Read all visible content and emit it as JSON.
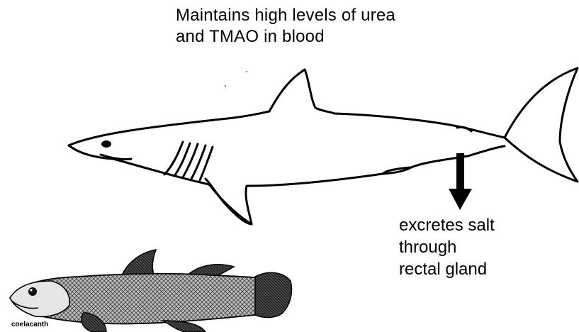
{
  "annotations": {
    "top": {
      "line1": "Maintains high levels of urea",
      "line2": "and TMAO in blood"
    },
    "right": {
      "line1": "excretes salt",
      "line2": "through",
      "line3": "rectal gland"
    }
  },
  "labels": {
    "coelacanth": "coelacanth"
  },
  "icons": {
    "shark": "shark-outline-drawing",
    "coelacanth": "coelacanth-etching",
    "arrow": "down-arrow-icon"
  }
}
